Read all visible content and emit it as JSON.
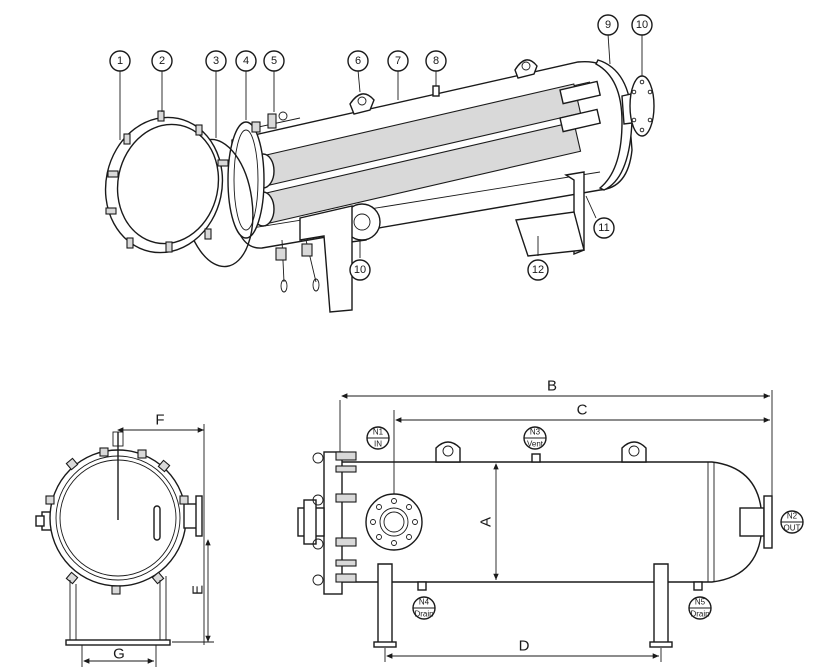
{
  "callouts": [
    "1",
    "2",
    "3",
    "4",
    "5",
    "6",
    "7",
    "8",
    "9",
    "10",
    "10",
    "11",
    "12"
  ],
  "dimensions": {
    "a": "A",
    "b": "B",
    "c": "C",
    "d": "D",
    "e": "E",
    "f": "F",
    "g": "G"
  },
  "nozzles": {
    "n1": {
      "tag": "N1",
      "desc": "IN"
    },
    "n2": {
      "tag": "N2",
      "desc": "OUT"
    },
    "n3": {
      "tag": "N3",
      "desc": "Vent"
    },
    "n4": {
      "tag": "N4",
      "desc": "Drain"
    },
    "n5": {
      "tag": "N5",
      "desc": "Drain"
    }
  }
}
